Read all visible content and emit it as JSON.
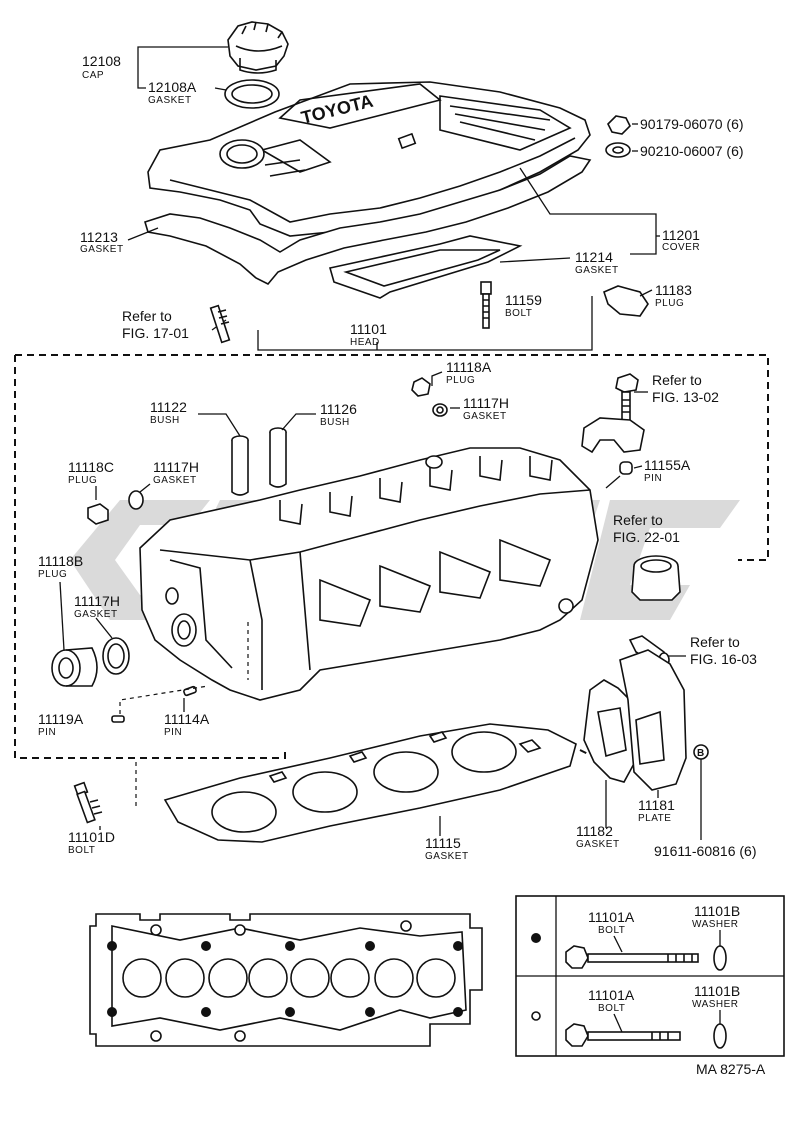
{
  "watermark": "",
  "diagram_code": "MA 8275-A",
  "callouts": {
    "c12108": {
      "num": "12108",
      "desc": "CAP"
    },
    "c12108a": {
      "num": "12108A",
      "desc": "GASKET"
    },
    "c90179": {
      "num": "90179-06070 (6)"
    },
    "c90210": {
      "num": "90210-06007 (6)"
    },
    "c11213": {
      "num": "11213",
      "desc": "GASKET"
    },
    "c11201": {
      "num": "11201",
      "desc": "COVER"
    },
    "c11214": {
      "num": "11214",
      "desc": "GASKET"
    },
    "c11159": {
      "num": "11159",
      "desc": "BOLT"
    },
    "c11183": {
      "num": "11183",
      "desc": "PLUG"
    },
    "c11101": {
      "num": "11101",
      "desc": "HEAD"
    },
    "c11118a": {
      "num": "11118A",
      "desc": "PLUG"
    },
    "c11117h_top": {
      "num": "11117H",
      "desc": "GASKET"
    },
    "c11122": {
      "num": "11122",
      "desc": "BUSH"
    },
    "c11126": {
      "num": "11126",
      "desc": "BUSH"
    },
    "c11155a": {
      "num": "11155A",
      "desc": "PIN"
    },
    "c11118c": {
      "num": "11118C",
      "desc": "PLUG"
    },
    "c11117h_left": {
      "num": "11117H",
      "desc": "GASKET"
    },
    "c11118b": {
      "num": "11118B",
      "desc": "PLUG"
    },
    "c11117h_low": {
      "num": "11117H",
      "desc": "GASKET"
    },
    "c11119a": {
      "num": "11119A",
      "desc": "PIN"
    },
    "c11114a": {
      "num": "11114A",
      "desc": "PIN"
    },
    "c11115": {
      "num": "11115",
      "desc": "GASKET"
    },
    "c11101d": {
      "num": "11101D",
      "desc": "BOLT"
    },
    "c11182": {
      "num": "11182",
      "desc": "GASKET"
    },
    "c11181": {
      "num": "11181",
      "desc": "PLATE"
    },
    "c91611": {
      "num": "91611-60816 (6)"
    },
    "marker_b": "B"
  },
  "references": {
    "fig1701": {
      "line1": "Refer to",
      "line2": "FIG. 17-01"
    },
    "fig1302": {
      "line1": "Refer to",
      "line2": "FIG. 13-02"
    },
    "fig2201": {
      "line1": "Refer to",
      "line2": "FIG. 22-01"
    },
    "fig1603": {
      "line1": "Refer to",
      "line2": "FIG. 16-03"
    }
  },
  "brand_embossing": "TOYOTA",
  "bolt_table": {
    "rows": [
      {
        "marker": "filled-dot",
        "bolt_num": "11101A",
        "bolt_desc": "BOLT",
        "washer_num": "11101B",
        "washer_desc": "WASHER"
      },
      {
        "marker": "open-dot",
        "bolt_num": "11101A",
        "bolt_desc": "BOLT",
        "washer_num": "11101B",
        "washer_desc": "WASHER"
      }
    ]
  }
}
